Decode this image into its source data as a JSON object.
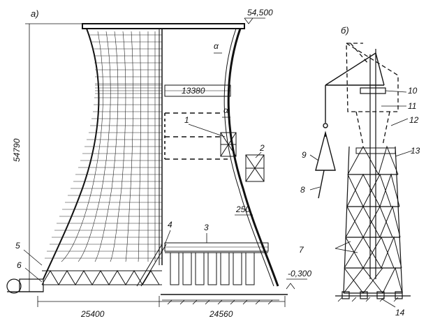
{
  "panels": {
    "a": "а)",
    "b": "б)"
  },
  "dimensions": {
    "top_elevation": "54,500",
    "height": "54790",
    "throat_diameter": "13380",
    "base_left": "25400",
    "base_right": "24560",
    "ground_elevation": "-0,300",
    "shell_thickness": "250"
  },
  "section_marks": {
    "top": "α",
    "bottom": "α"
  },
  "callouts_a": [
    "1",
    "2",
    "3",
    "4",
    "5",
    "6"
  ],
  "callouts_b": [
    "7",
    "8",
    "9",
    "10",
    "11",
    "12",
    "13",
    "14"
  ]
}
